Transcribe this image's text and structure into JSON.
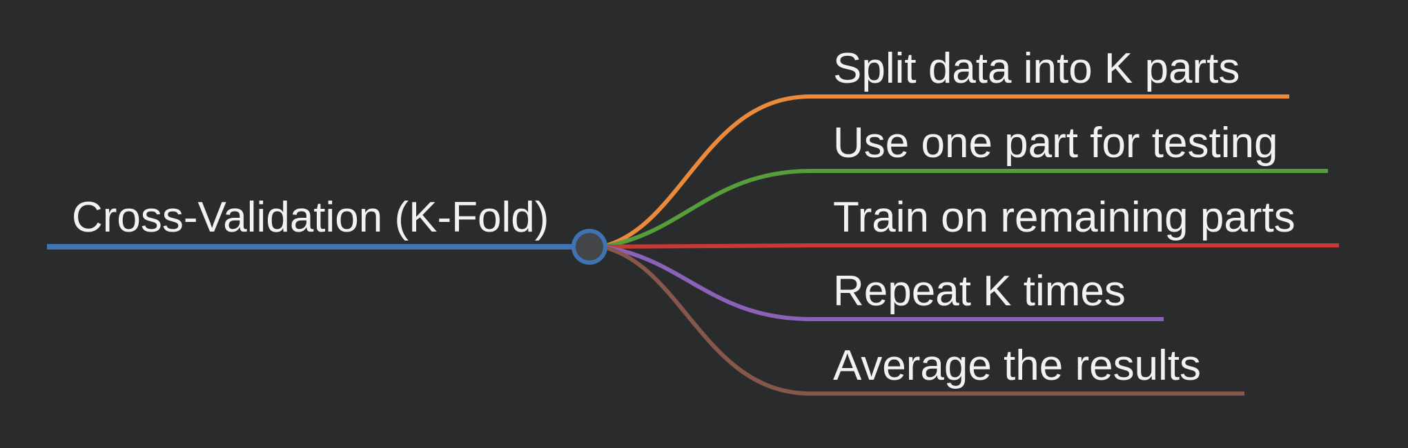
{
  "diagram": {
    "root": {
      "label": "Cross-Validation (K-Fold)",
      "color": "#3f74b3"
    },
    "branches": [
      {
        "label": "Split data into K parts",
        "color": "#ec8a3c"
      },
      {
        "label": "Use one part for testing",
        "color": "#559e3b"
      },
      {
        "label": "Train on remaining parts",
        "color": "#c63a32"
      },
      {
        "label": "Repeat K times",
        "color": "#8a63b8"
      },
      {
        "label": "Average the results",
        "color": "#86574a"
      }
    ],
    "background": "#2a2b2d",
    "node_fill": "#444548"
  }
}
